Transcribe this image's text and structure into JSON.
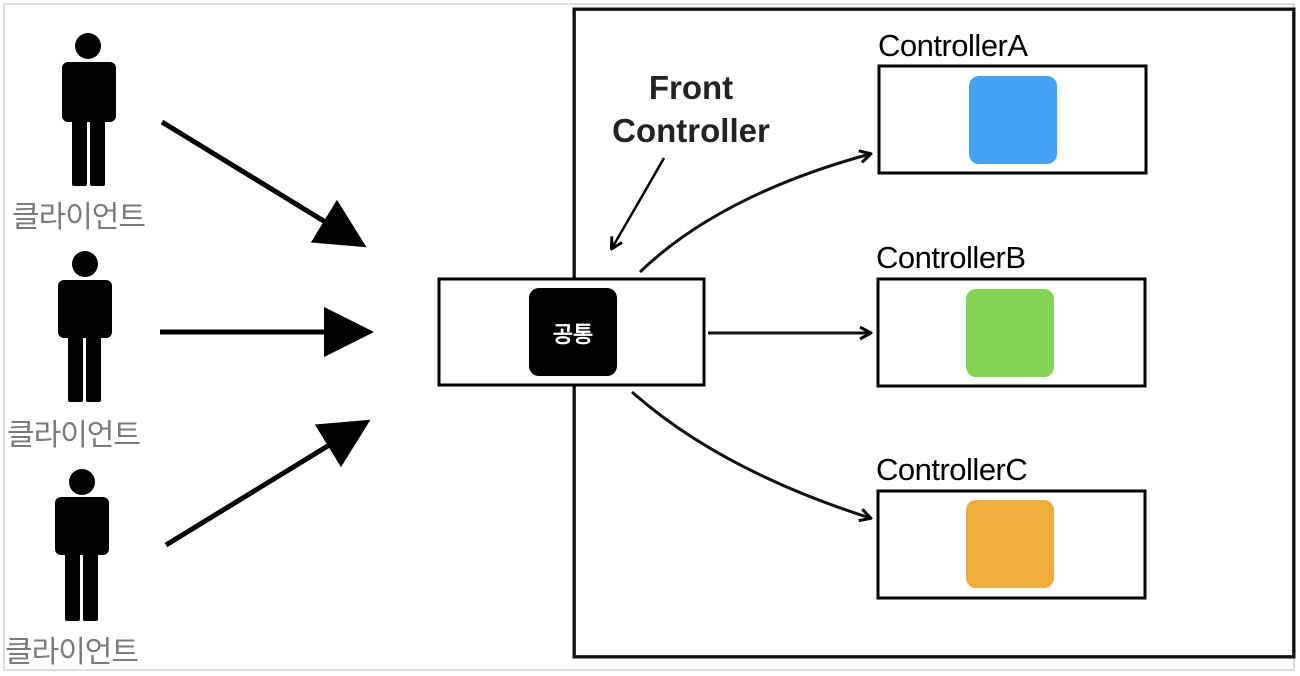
{
  "clients": [
    {
      "label": "클라이언트"
    },
    {
      "label": "클라이언트"
    },
    {
      "label": "클라이언트"
    }
  ],
  "front_controller": {
    "label_line1": "Front",
    "label_line2": "Controller",
    "common_label": "공통",
    "common_color": "#000000"
  },
  "controllers": [
    {
      "name": "ControllerA",
      "color": "#45a3f7"
    },
    {
      "name": "ControllerB",
      "color": "#83d354"
    },
    {
      "name": "ControllerC",
      "color": "#f1ad3b"
    }
  ],
  "colors": {
    "client_label": "#7a7a7a",
    "stroke": "#000000"
  }
}
